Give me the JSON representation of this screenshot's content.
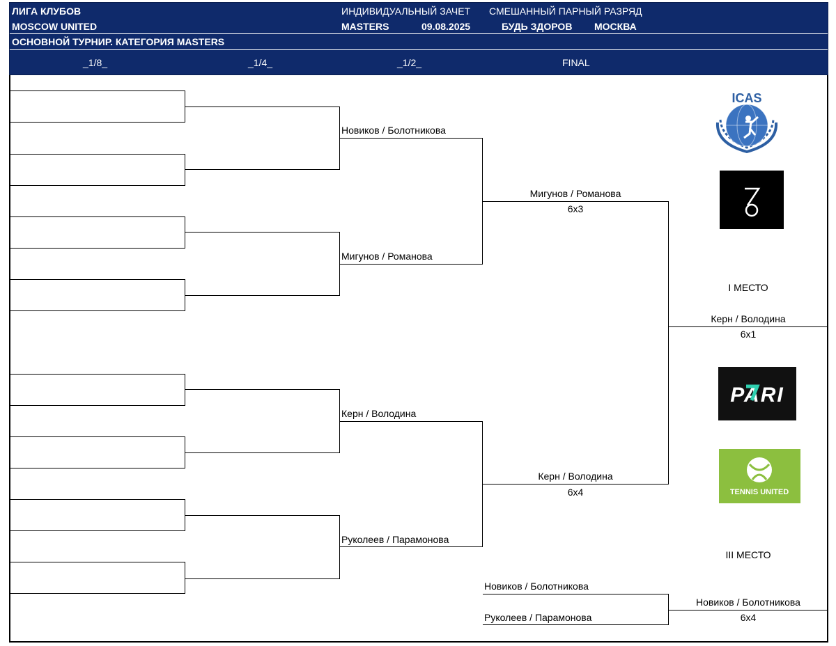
{
  "header": {
    "league": "ЛИГА КЛУБОВ",
    "club": "MOSCOW UNITED",
    "event_type": "ИНДИВИДУАЛЬНЫЙ ЗАЧЕТ",
    "category": "СМЕШАННЫЙ ПАРНЫЙ РАЗРЯД",
    "level": "MASTERS",
    "date": "09.08.2025",
    "venue": "БУДЬ ЗДОРОВ",
    "city": "МОСКВА",
    "tournament": "ОСНОВНОЙ ТУРНИР. КАТЕГОРИЯ MASTERS",
    "rounds": [
      "_1/8_",
      "_1/4_",
      "_1/2_",
      "FINAL"
    ]
  },
  "quarterfinal_winners": [
    "Новиков / Болотникова",
    "Мигунов / Романова",
    "Керн / Володина",
    "Руколеев / Парамонова"
  ],
  "semifinal": [
    {
      "winner": "Мигунов / Романова",
      "score": "6х3"
    },
    {
      "winner": "Керн / Володина",
      "score": "6х4"
    }
  ],
  "final": {
    "place_label": "I МЕСТО",
    "winner": "Керн / Володина",
    "score": "6х1"
  },
  "third_place": {
    "place_label": "III МЕСТО",
    "players": [
      "Новиков / Болотникова",
      "Руколеев / Парамонова"
    ],
    "winner": "Новиков / Болотникова",
    "score": "6х4"
  },
  "logos": {
    "icas": "ICAS",
    "seventysix": "76",
    "pari": "PARI",
    "tennis_united": "TENNIS UNITED"
  },
  "colors": {
    "header_bg": "#0f2a6b",
    "pari_accent": "#2fd0b0",
    "tennis_united_bg": "#8cbf3f"
  }
}
